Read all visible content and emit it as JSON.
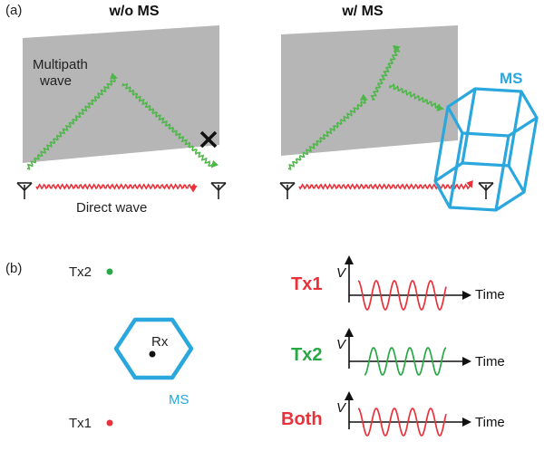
{
  "panel_a": {
    "label": "(a)",
    "left_title": "w/o MS",
    "right_title": "w/ MS",
    "multipath_line1": "Multipath",
    "multipath_line2": "wave",
    "direct_label": "Direct wave",
    "ms_label": "MS"
  },
  "panel_b": {
    "label": "(b)",
    "tx2": "Tx2",
    "tx1": "Tx1",
    "rx": "Rx",
    "ms_label": "MS",
    "plots": [
      {
        "name": "Tx1",
        "color": "#e8313a"
      },
      {
        "name": "Tx2",
        "color": "#27a844"
      },
      {
        "name": "Both",
        "color": "#e8313a"
      }
    ],
    "axis_y": "V",
    "axis_x": "Time"
  },
  "colors": {
    "wall": "#b6b6b6",
    "multipath": "#4fb64a",
    "direct": "#e8313a",
    "ms": "#2aa7dd",
    "tx2_dot": "#27a844",
    "tx1_dot": "#e8313a"
  }
}
